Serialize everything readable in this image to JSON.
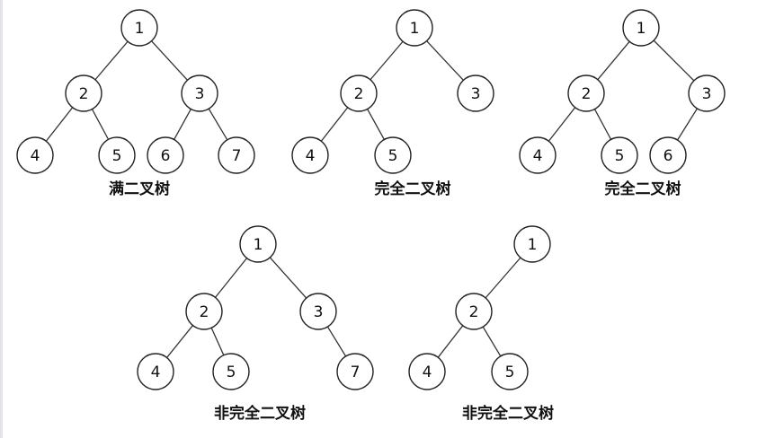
{
  "diagrams": [
    {
      "caption": "满二叉树",
      "nodes": [
        {
          "label": "1",
          "parent": null
        },
        {
          "label": "2",
          "parent": 0
        },
        {
          "label": "3",
          "parent": 0
        },
        {
          "label": "4",
          "parent": 1
        },
        {
          "label": "5",
          "parent": 1
        },
        {
          "label": "6",
          "parent": 2
        },
        {
          "label": "7",
          "parent": 2
        }
      ]
    },
    {
      "caption": "完全二叉树",
      "nodes": [
        {
          "label": "1",
          "parent": null
        },
        {
          "label": "2",
          "parent": 0
        },
        {
          "label": "3",
          "parent": 0
        },
        {
          "label": "4",
          "parent": 1
        },
        {
          "label": "5",
          "parent": 1
        }
      ]
    },
    {
      "caption": "完全二叉树",
      "nodes": [
        {
          "label": "1",
          "parent": null
        },
        {
          "label": "2",
          "parent": 0
        },
        {
          "label": "3",
          "parent": 0
        },
        {
          "label": "4",
          "parent": 1
        },
        {
          "label": "5",
          "parent": 1
        },
        {
          "label": "6",
          "parent": 2
        }
      ]
    },
    {
      "caption": "非完全二叉树",
      "nodes": [
        {
          "label": "1",
          "parent": null
        },
        {
          "label": "2",
          "parent": 0
        },
        {
          "label": "3",
          "parent": 0
        },
        {
          "label": "4",
          "parent": 1
        },
        {
          "label": "5",
          "parent": 1
        },
        {
          "label": "7",
          "parent": 2
        }
      ]
    },
    {
      "caption": "非完全二叉树",
      "nodes": [
        {
          "label": "1",
          "parent": null
        },
        {
          "label": "2",
          "parent": 0
        },
        {
          "label": "4",
          "parent": 1
        },
        {
          "label": "5",
          "parent": 1
        }
      ]
    }
  ]
}
